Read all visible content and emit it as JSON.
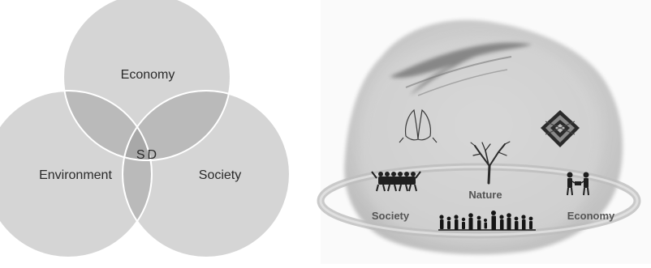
{
  "left_diagram": {
    "labels": {
      "economy": "Economy",
      "environment": "Environment",
      "society": "Society",
      "center": "SD"
    }
  },
  "right_diagram": {
    "labels": {
      "nature": "Nature",
      "society": "Society",
      "economy": "Economy"
    },
    "icons": [
      "wind-icon",
      "praying-hands-icon",
      "woven-pattern-icon",
      "bare-tree-icon",
      "dancing-people-icon",
      "traders-icon",
      "crowd-icon"
    ]
  },
  "colors": {
    "venn_fill": "#d5d5d5",
    "venn_overlap2": "#b8b8b8",
    "venn_overlap3": "#a6a6a6",
    "watercolor": "#cfcfcf"
  }
}
